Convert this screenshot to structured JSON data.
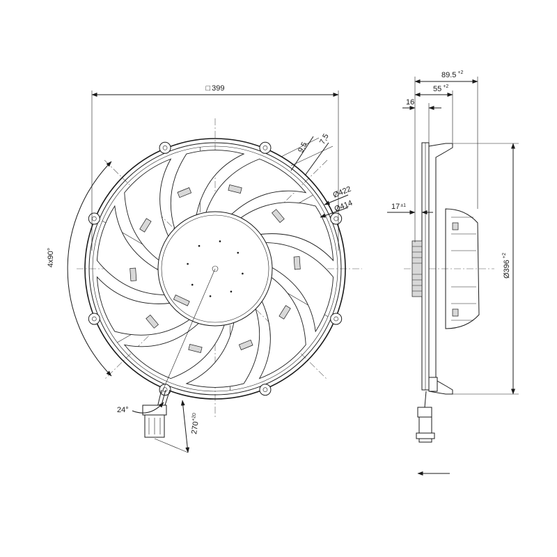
{
  "drawing": {
    "front_view": {
      "width_dim": {
        "symbol": "□",
        "value": "399"
      },
      "ring_dim_a": {
        "value": "9,5"
      },
      "ring_dim_b": {
        "value": "7,5"
      },
      "dia_outer": {
        "value": "Ø422"
      },
      "dia_inner": {
        "value": "Ø414"
      },
      "mount_angle": {
        "value": "4x90°"
      },
      "cable_angle": {
        "value": "24°"
      },
      "cable_length": {
        "value": "270",
        "tolerance": "+20"
      }
    },
    "side_view": {
      "depth_total": {
        "value": "89.5",
        "tolerance": "+2"
      },
      "depth_mid": {
        "value": "55",
        "tolerance": "+2"
      },
      "depth_frame": {
        "value": "16"
      },
      "hub_offset": {
        "value": "17",
        "tolerance": "±1"
      },
      "diameter": {
        "value": "Ø396",
        "tolerance": "+2"
      }
    },
    "counts": {
      "blades": 10,
      "mount_holes": 8
    }
  }
}
